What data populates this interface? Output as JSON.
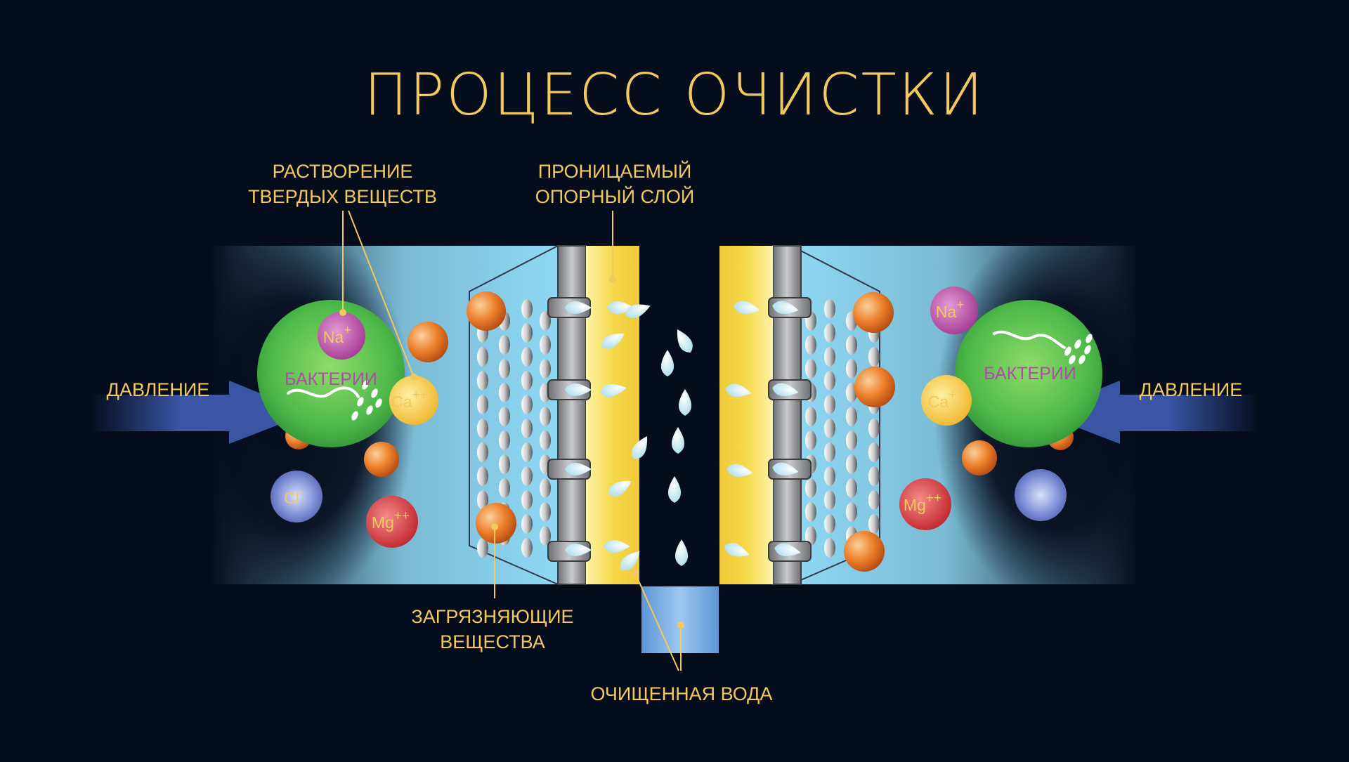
{
  "title": "ПРОЦЕСС ОЧИСТКИ",
  "labels": {
    "dissolve_line1": "РАСТВОРЕНИЕ",
    "dissolve_line2": "ТВЕРДЫХ ВЕЩЕСТВ",
    "support_line1": "ПРОНИЦАЕМЫЙ",
    "support_line2": "ОПОРНЫЙ СЛОЙ",
    "contaminants_line1": "ЗАГРЯЗНЯЮЩИЕ",
    "contaminants_line2": "ВЕЩЕСТВА",
    "clean_water": "ОЧИЩЕННАЯ ВОДА",
    "pressure_left": "ДАВЛЕНИЕ",
    "pressure_right": "ДАВЛЕНИЕ"
  },
  "bacteria": {
    "left": "БАКТЕРИИ",
    "right": "БАКТЕРИИ"
  },
  "ions": {
    "na_left": {
      "symbol": "Na",
      "charge": "+"
    },
    "ca_left": {
      "symbol": "Ca",
      "charge": "++"
    },
    "cl_left": {
      "symbol": "Cl",
      "charge": "-"
    },
    "mg_left": {
      "symbol": "Mg",
      "charge": "++"
    },
    "na_right": {
      "symbol": "Na",
      "charge": "+"
    },
    "ca_right": {
      "symbol": "Ca",
      "charge": "+"
    },
    "mg_right": {
      "symbol": "Mg",
      "charge": "++"
    }
  },
  "colors": {
    "background": "#050d1d",
    "label": "#f2c95d",
    "water": "#8fd9f5",
    "arrow": "#3a55a4",
    "bacteria": "#4cb848",
    "support_layer": "#f5d94a",
    "contaminant": "#e8731f"
  }
}
